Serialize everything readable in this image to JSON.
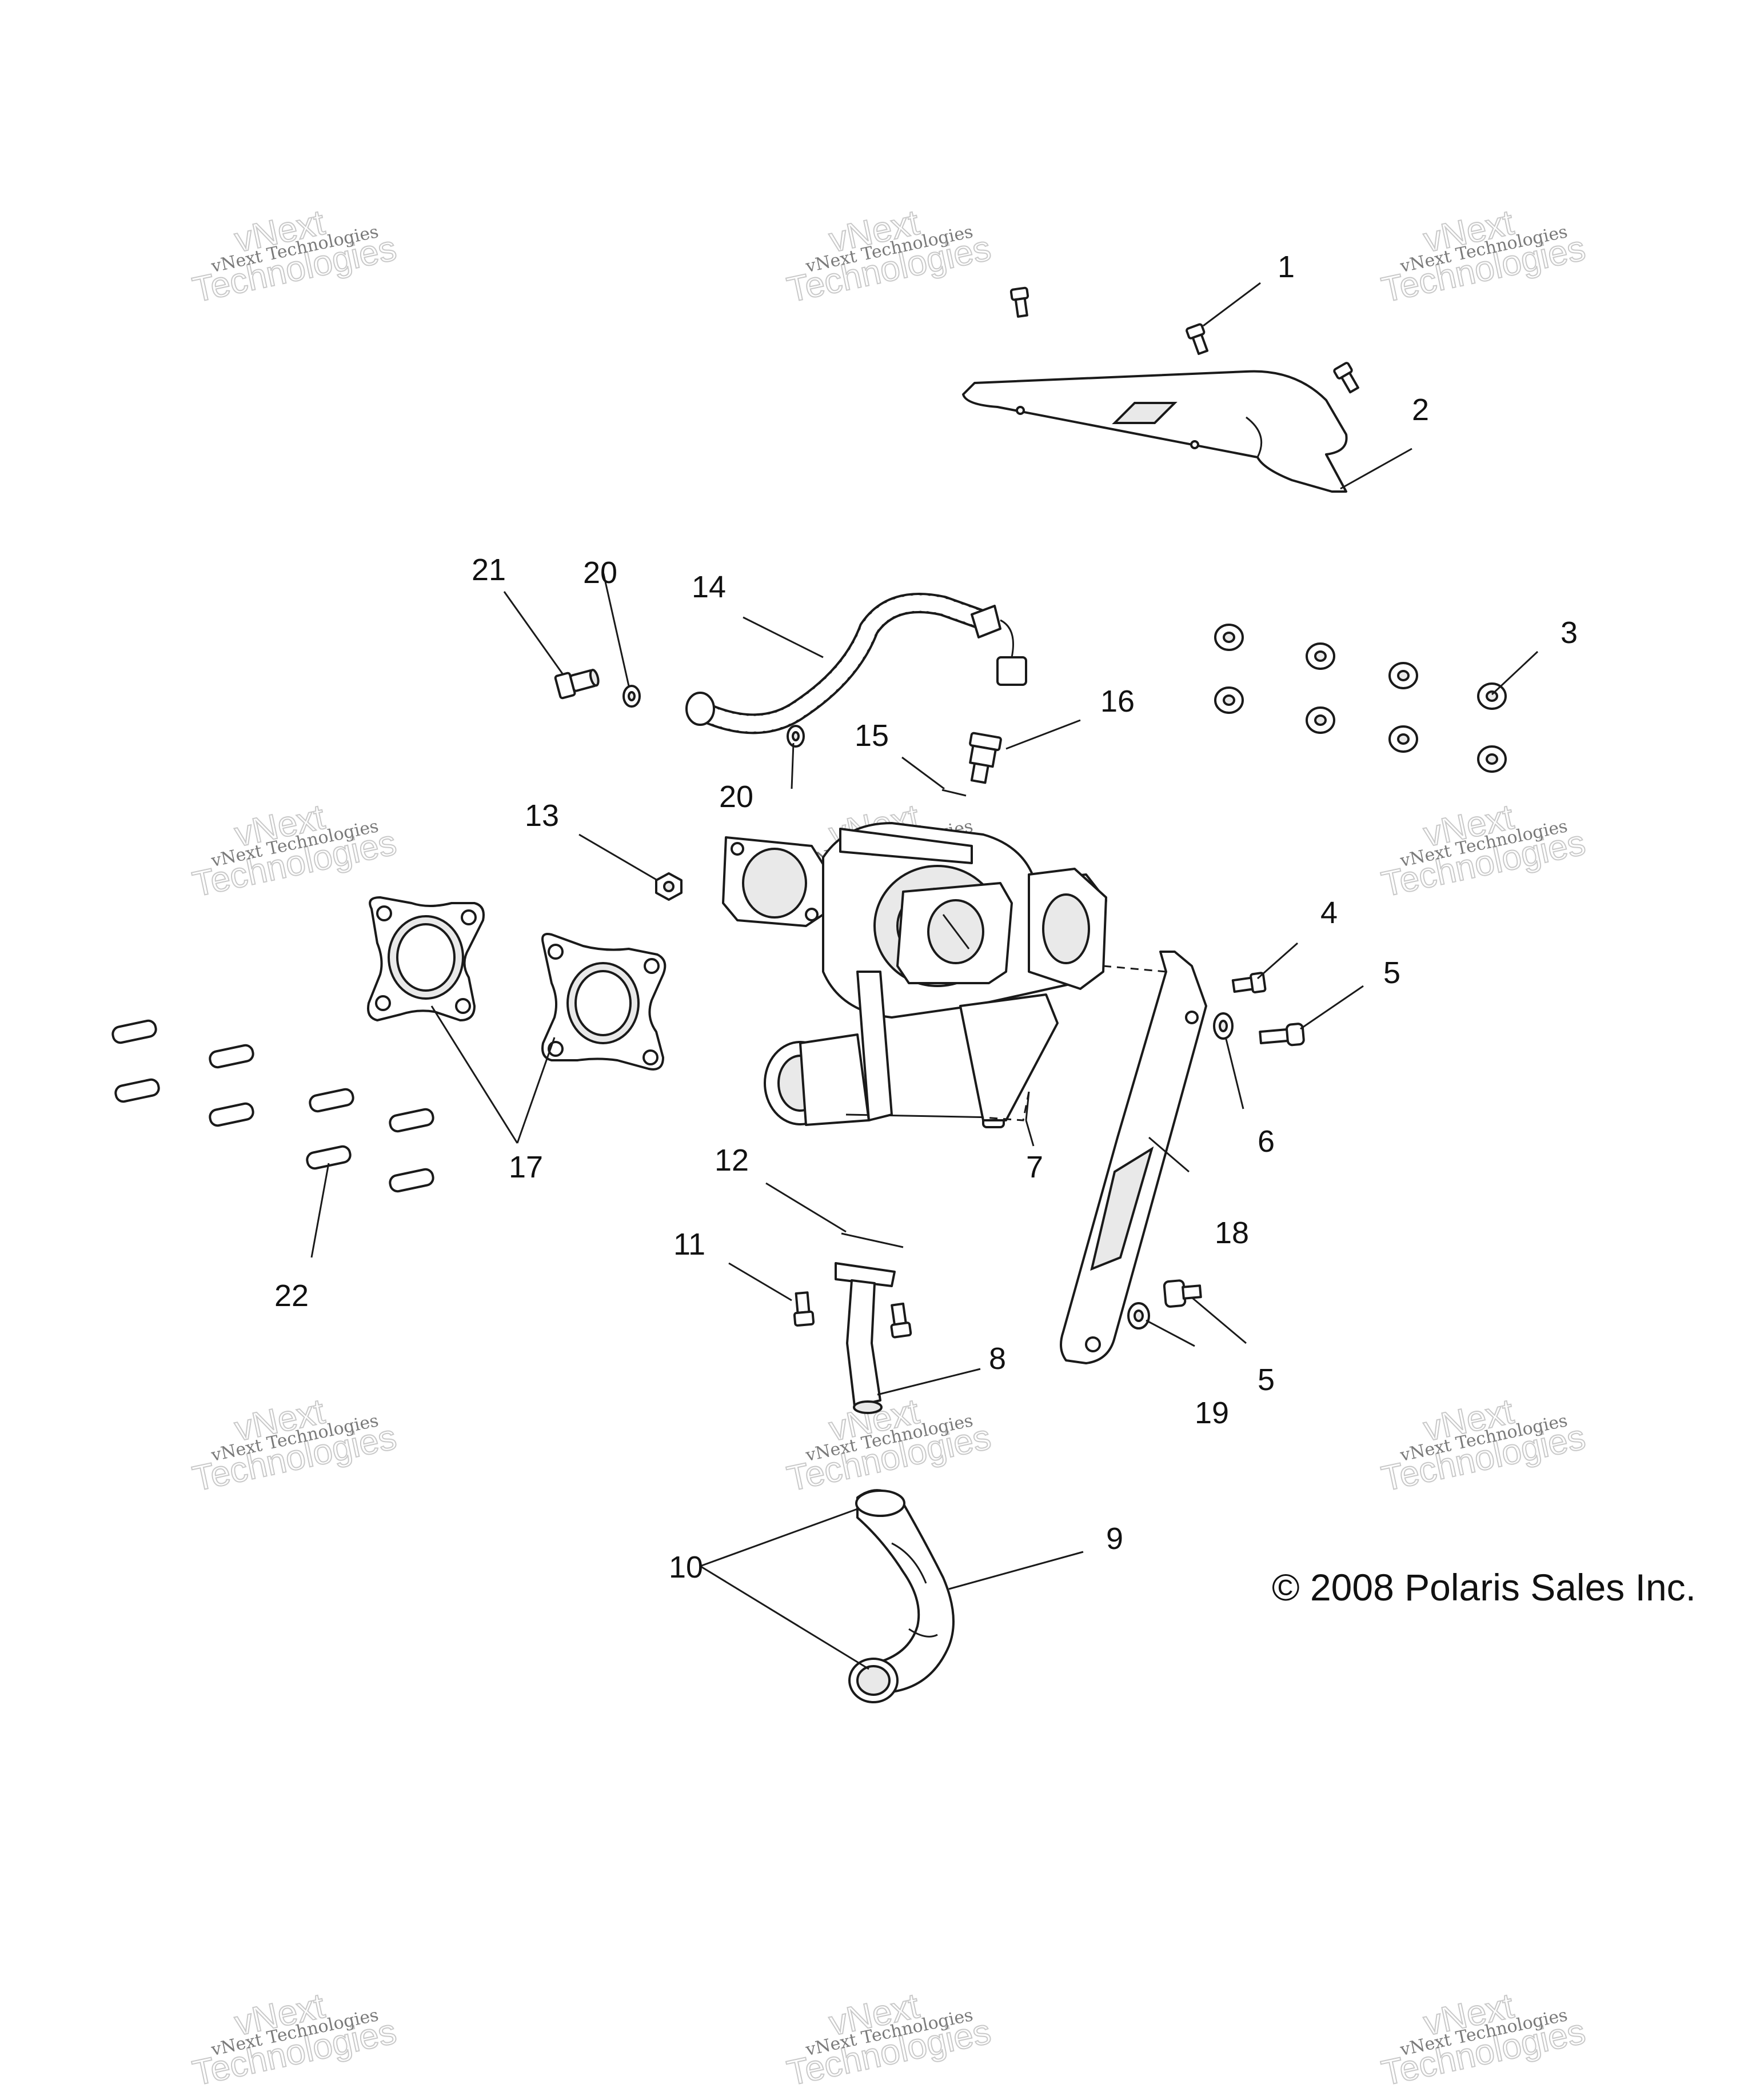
{
  "watermark": {
    "line1": "vNext Technologies",
    "line2": "vNext",
    "line3": "Technologies"
  },
  "copyright": "© 2008 Polaris Sales Inc.",
  "callouts": [
    "1",
    "2",
    "3",
    "4",
    "5",
    "5",
    "6",
    "7",
    "8",
    "9",
    "10",
    "11",
    "12",
    "13",
    "14",
    "15",
    "16",
    "17",
    "18",
    "19",
    "20",
    "20",
    "21",
    "22"
  ]
}
